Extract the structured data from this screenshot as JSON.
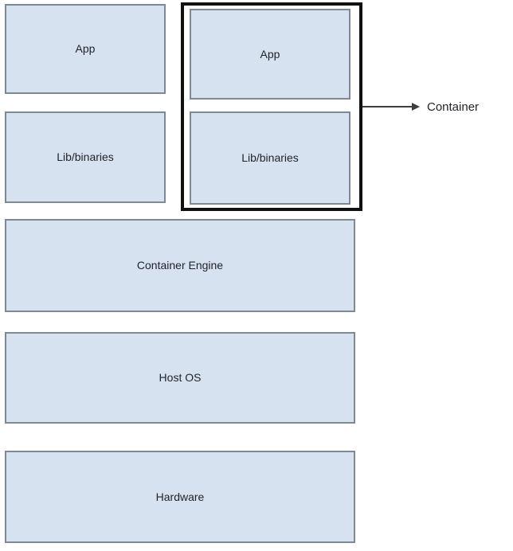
{
  "diagram": {
    "colors": {
      "background": "#ffffff",
      "box_fill": "#d7e2f0",
      "box_border": "#7e8995",
      "container_outline": "#111111",
      "arrow": "#3a3f44",
      "text": "#1f2328"
    },
    "host_stack": {
      "app_label": "App",
      "lib_label": "Lib/binaries"
    },
    "container_group": {
      "app_label": "App",
      "lib_label": "Lib/binaries",
      "callout_label": "Container"
    },
    "layers": [
      {
        "label": "Container Engine"
      },
      {
        "label": "Host OS"
      },
      {
        "label": "Hardware"
      }
    ]
  }
}
